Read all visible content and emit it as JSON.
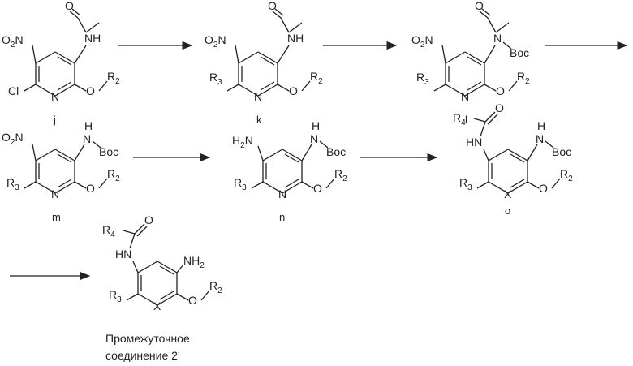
{
  "compounds": [
    {
      "id": "j",
      "label": "j"
    },
    {
      "id": "k",
      "label": "k"
    },
    {
      "id": "l",
      "label": "l"
    },
    {
      "id": "m",
      "label": "m"
    },
    {
      "id": "n",
      "label": "n"
    },
    {
      "id": "o",
      "label": "o"
    },
    {
      "id": "final",
      "caption_line1": "Промежуточное",
      "caption_line2": "соединение 2'"
    }
  ],
  "atoms": {
    "NH": "NH",
    "N": "N",
    "H": "H",
    "O": "O",
    "Cl": "Cl",
    "Boc": "Boc",
    "X": "X",
    "HN": "HN",
    "NH2_main": "NH",
    "H2N_main": "H",
    "H2N_rest": "N",
    "two": "2",
    "R": "R",
    "sub2": "2",
    "sub3": "3",
    "sub4": "4"
  }
}
